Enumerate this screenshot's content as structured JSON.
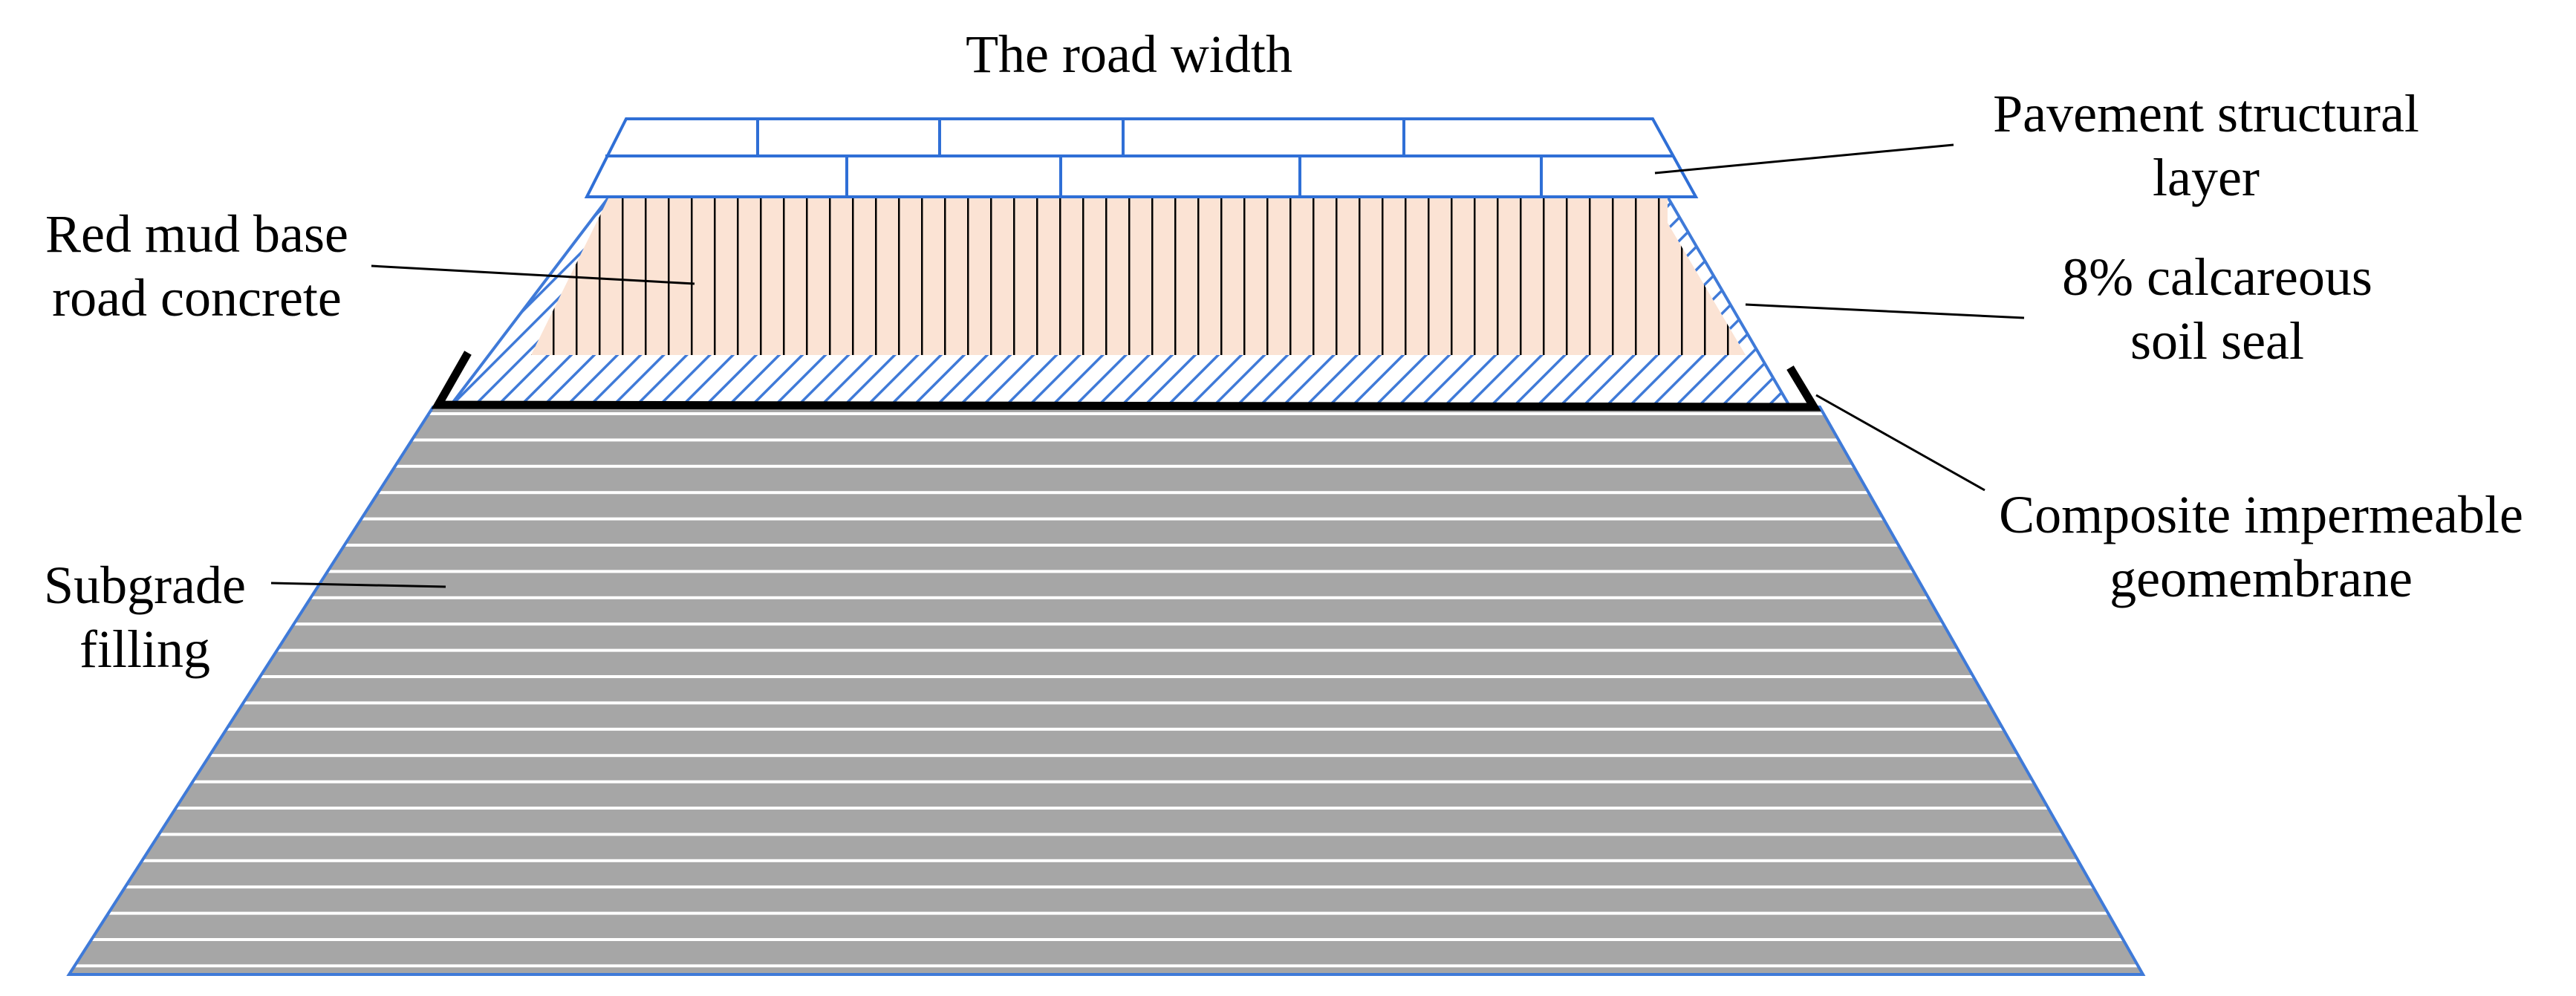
{
  "colors": {
    "pavement_line": "#2f6fd6",
    "seal_hatch": "#3f7ad8",
    "concrete_fill": "#fbe3d4",
    "concrete_stripe": "#000000",
    "subgrade_fill": "#a6a6a6",
    "subgrade_stripe": "#ffffff",
    "subgrade_edge": "#3f7ad8",
    "geomembrane": "#000000",
    "leader_line": "#000000",
    "text": "#000000"
  },
  "labels": {
    "road_width": "The road width",
    "pavement": [
      "Pavement structural",
      "layer"
    ],
    "red_mud": [
      "Red mud base",
      "road concrete"
    ],
    "seal": [
      "8% calcareous",
      "soil seal"
    ],
    "geomembrane": [
      "Composite impermeable",
      "geomembrane"
    ],
    "subgrade": [
      "Subgrade",
      "filling"
    ]
  }
}
